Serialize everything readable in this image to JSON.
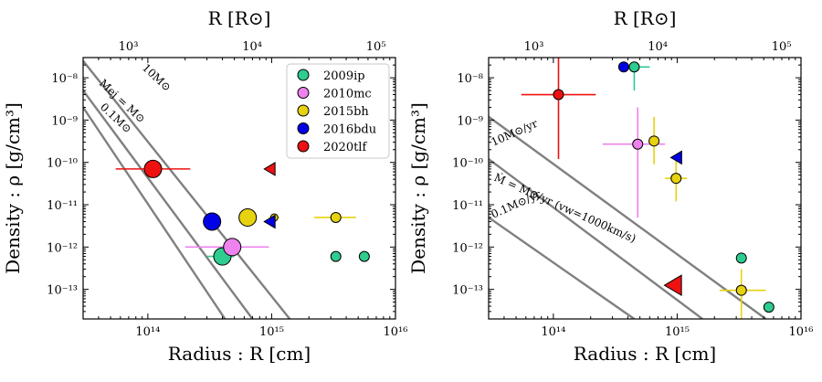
{
  "legend": [
    {
      "name": "2009ip",
      "color": "#2ecc8f"
    },
    {
      "name": "2010mc",
      "color": "#ee82ee"
    },
    {
      "name": "2015bh",
      "color": "#e6d20f"
    },
    {
      "name": "2016bdu",
      "color": "#0000e6"
    },
    {
      "name": "2020tlf",
      "color": "#ee1111"
    }
  ],
  "chart_data": [
    {
      "type": "scatter",
      "xlabel": "Radius : R [cm]",
      "ylabel": "Density : ρ [g/cm³]",
      "top_xlabel": "R [R⊙]",
      "xscale": "log",
      "yscale": "log",
      "xlim": [
        30000000000000.0,
        1e+16
      ],
      "ylim": [
        2e-14,
        3e-08
      ],
      "top_xticks": [
        "10³",
        "10⁴",
        "10⁵"
      ],
      "legend_position": "top-right",
      "model_lines": [
        {
          "label": "10M⊙",
          "points": [
            [
              30000000000000.0,
              2.5e-08
            ],
            [
              1400000000000000.0,
              2e-14
            ]
          ]
        },
        {
          "label": "Mej = M⊙",
          "points": [
            [
              30000000000000.0,
              5e-09
            ],
            [
              700000000000000.0,
              2e-14
            ]
          ]
        },
        {
          "label": "0.1M⊙",
          "points": [
            [
              30000000000000.0,
              2e-09
            ],
            [
              420000000000000.0,
              2e-14
            ]
          ]
        }
      ],
      "points": [
        {
          "series": "2009ip",
          "x": 400000000000000.0,
          "y": 6e-13,
          "xerr": [
            300000000000000.0,
            500000000000000.0
          ],
          "marker": "circle",
          "size": "large"
        },
        {
          "series": "2009ip",
          "x": 3300000000000000.0,
          "y": 6e-13,
          "marker": "circle",
          "size": "small"
        },
        {
          "series": "2009ip",
          "x": 5600000000000000.0,
          "y": 6e-13,
          "marker": "circle",
          "size": "small"
        },
        {
          "series": "2010mc",
          "x": 480000000000000.0,
          "y": 1e-12,
          "xerr": [
            200000000000000.0,
            950000000000000.0
          ],
          "marker": "circle",
          "size": "large"
        },
        {
          "series": "2015bh",
          "x": 640000000000000.0,
          "y": 5e-12,
          "marker": "circle",
          "size": "large"
        },
        {
          "series": "2015bh",
          "x": 1050000000000000.0,
          "y": 5e-12,
          "xerr": [
            950000000000000.0,
            1150000000000000.0
          ],
          "marker": "circle",
          "size": "tiny"
        },
        {
          "series": "2015bh",
          "x": 3300000000000000.0,
          "y": 5e-12,
          "xerr": [
            2200000000000000.0,
            4800000000000000.0
          ],
          "marker": "circle",
          "size": "small"
        },
        {
          "series": "2016bdu",
          "x": 330000000000000.0,
          "y": 4e-12,
          "marker": "circle",
          "size": "large"
        },
        {
          "series": "2016bdu",
          "x": 980000000000000.0,
          "y": 4e-12,
          "marker": "triangle-left",
          "size": "small"
        },
        {
          "series": "2020tlf",
          "x": 110000000000000.0,
          "y": 7e-11,
          "xerr": [
            55000000000000.0,
            220000000000000.0
          ],
          "marker": "circle",
          "size": "large"
        },
        {
          "series": "2020tlf",
          "x": 980000000000000.0,
          "y": 7e-11,
          "marker": "triangle-left",
          "size": "small"
        }
      ]
    },
    {
      "type": "scatter",
      "xlabel": "Radius : R [cm]",
      "ylabel": "Density : ρ [g/cm³]",
      "top_xlabel": "R [R⊙]",
      "xscale": "log",
      "yscale": "log",
      "xlim": [
        30000000000000.0,
        1e+16
      ],
      "ylim": [
        2e-14,
        3e-08
      ],
      "top_xticks": [
        "10³",
        "10⁴",
        "10⁵"
      ],
      "model_lines": [
        {
          "label": "10M⊙/yr",
          "points": [
            [
              30000000000000.0,
              1.2e-09
            ],
            [
              5200000000000000.0,
              2e-14
            ]
          ]
        },
        {
          "label": "Ṁ = M⊙/yr (vw=1000km/s)",
          "points": [
            [
              30000000000000.0,
              1.2e-10
            ],
            [
              1600000000000000.0,
              2e-14
            ]
          ]
        },
        {
          "label": "0.1M⊙/yr",
          "points": [
            [
              30000000000000.0,
              5e-12
            ],
            [
              450000000000000.0,
              2e-14
            ]
          ]
        }
      ],
      "points": [
        {
          "series": "2009ip",
          "x": 450000000000000.0,
          "y": 1.8e-08,
          "xerr": [
            400000000000000.0,
            600000000000000.0
          ],
          "yerr": [
            5e-09,
            1.8e-08
          ],
          "marker": "circle",
          "size": "small"
        },
        {
          "series": "2009ip",
          "x": 3300000000000000.0,
          "y": 5.5e-13,
          "marker": "circle",
          "size": "small"
        },
        {
          "series": "2009ip",
          "x": 5500000000000000.0,
          "y": 3.8e-14,
          "marker": "circle",
          "size": "small"
        },
        {
          "series": "2010mc",
          "x": 480000000000000.0,
          "y": 2.7e-10,
          "xerr": [
            250000000000000.0,
            800000000000000.0
          ],
          "yerr": [
            5e-12,
            2e-09
          ],
          "marker": "circle",
          "size": "small"
        },
        {
          "series": "2015bh",
          "x": 650000000000000.0,
          "y": 3.2e-10,
          "yerr": [
            9e-11,
            1.2e-09
          ],
          "marker": "circle",
          "size": "small"
        },
        {
          "series": "2015bh",
          "x": 980000000000000.0,
          "y": 4.2e-11,
          "xerr": [
            800000000000000.0,
            1200000000000000.0
          ],
          "yerr": [
            1.2e-11,
            1.2e-10
          ],
          "marker": "circle",
          "size": "small"
        },
        {
          "series": "2015bh",
          "x": 3300000000000000.0,
          "y": 9.5e-14,
          "xerr": [
            2200000000000000.0,
            5200000000000000.0
          ],
          "yerr": [
            2e-14,
            3e-13
          ],
          "marker": "circle",
          "size": "small"
        },
        {
          "series": "2016bdu",
          "x": 370000000000000.0,
          "y": 1.8e-08,
          "marker": "circle",
          "size": "small"
        },
        {
          "series": "2016bdu",
          "x": 1000000000000000.0,
          "y": 1.3e-10,
          "marker": "triangle-left",
          "size": "small"
        },
        {
          "series": "2020tlf",
          "x": 110000000000000.0,
          "y": 4e-09,
          "xerr": [
            55000000000000.0,
            220000000000000.0
          ],
          "yerr": [
            1.2e-10,
            3e-08
          ],
          "marker": "circle",
          "size": "small"
        },
        {
          "series": "2020tlf",
          "x": 950000000000000.0,
          "y": 1.25e-13,
          "marker": "triangle-left",
          "size": "large"
        }
      ]
    }
  ]
}
